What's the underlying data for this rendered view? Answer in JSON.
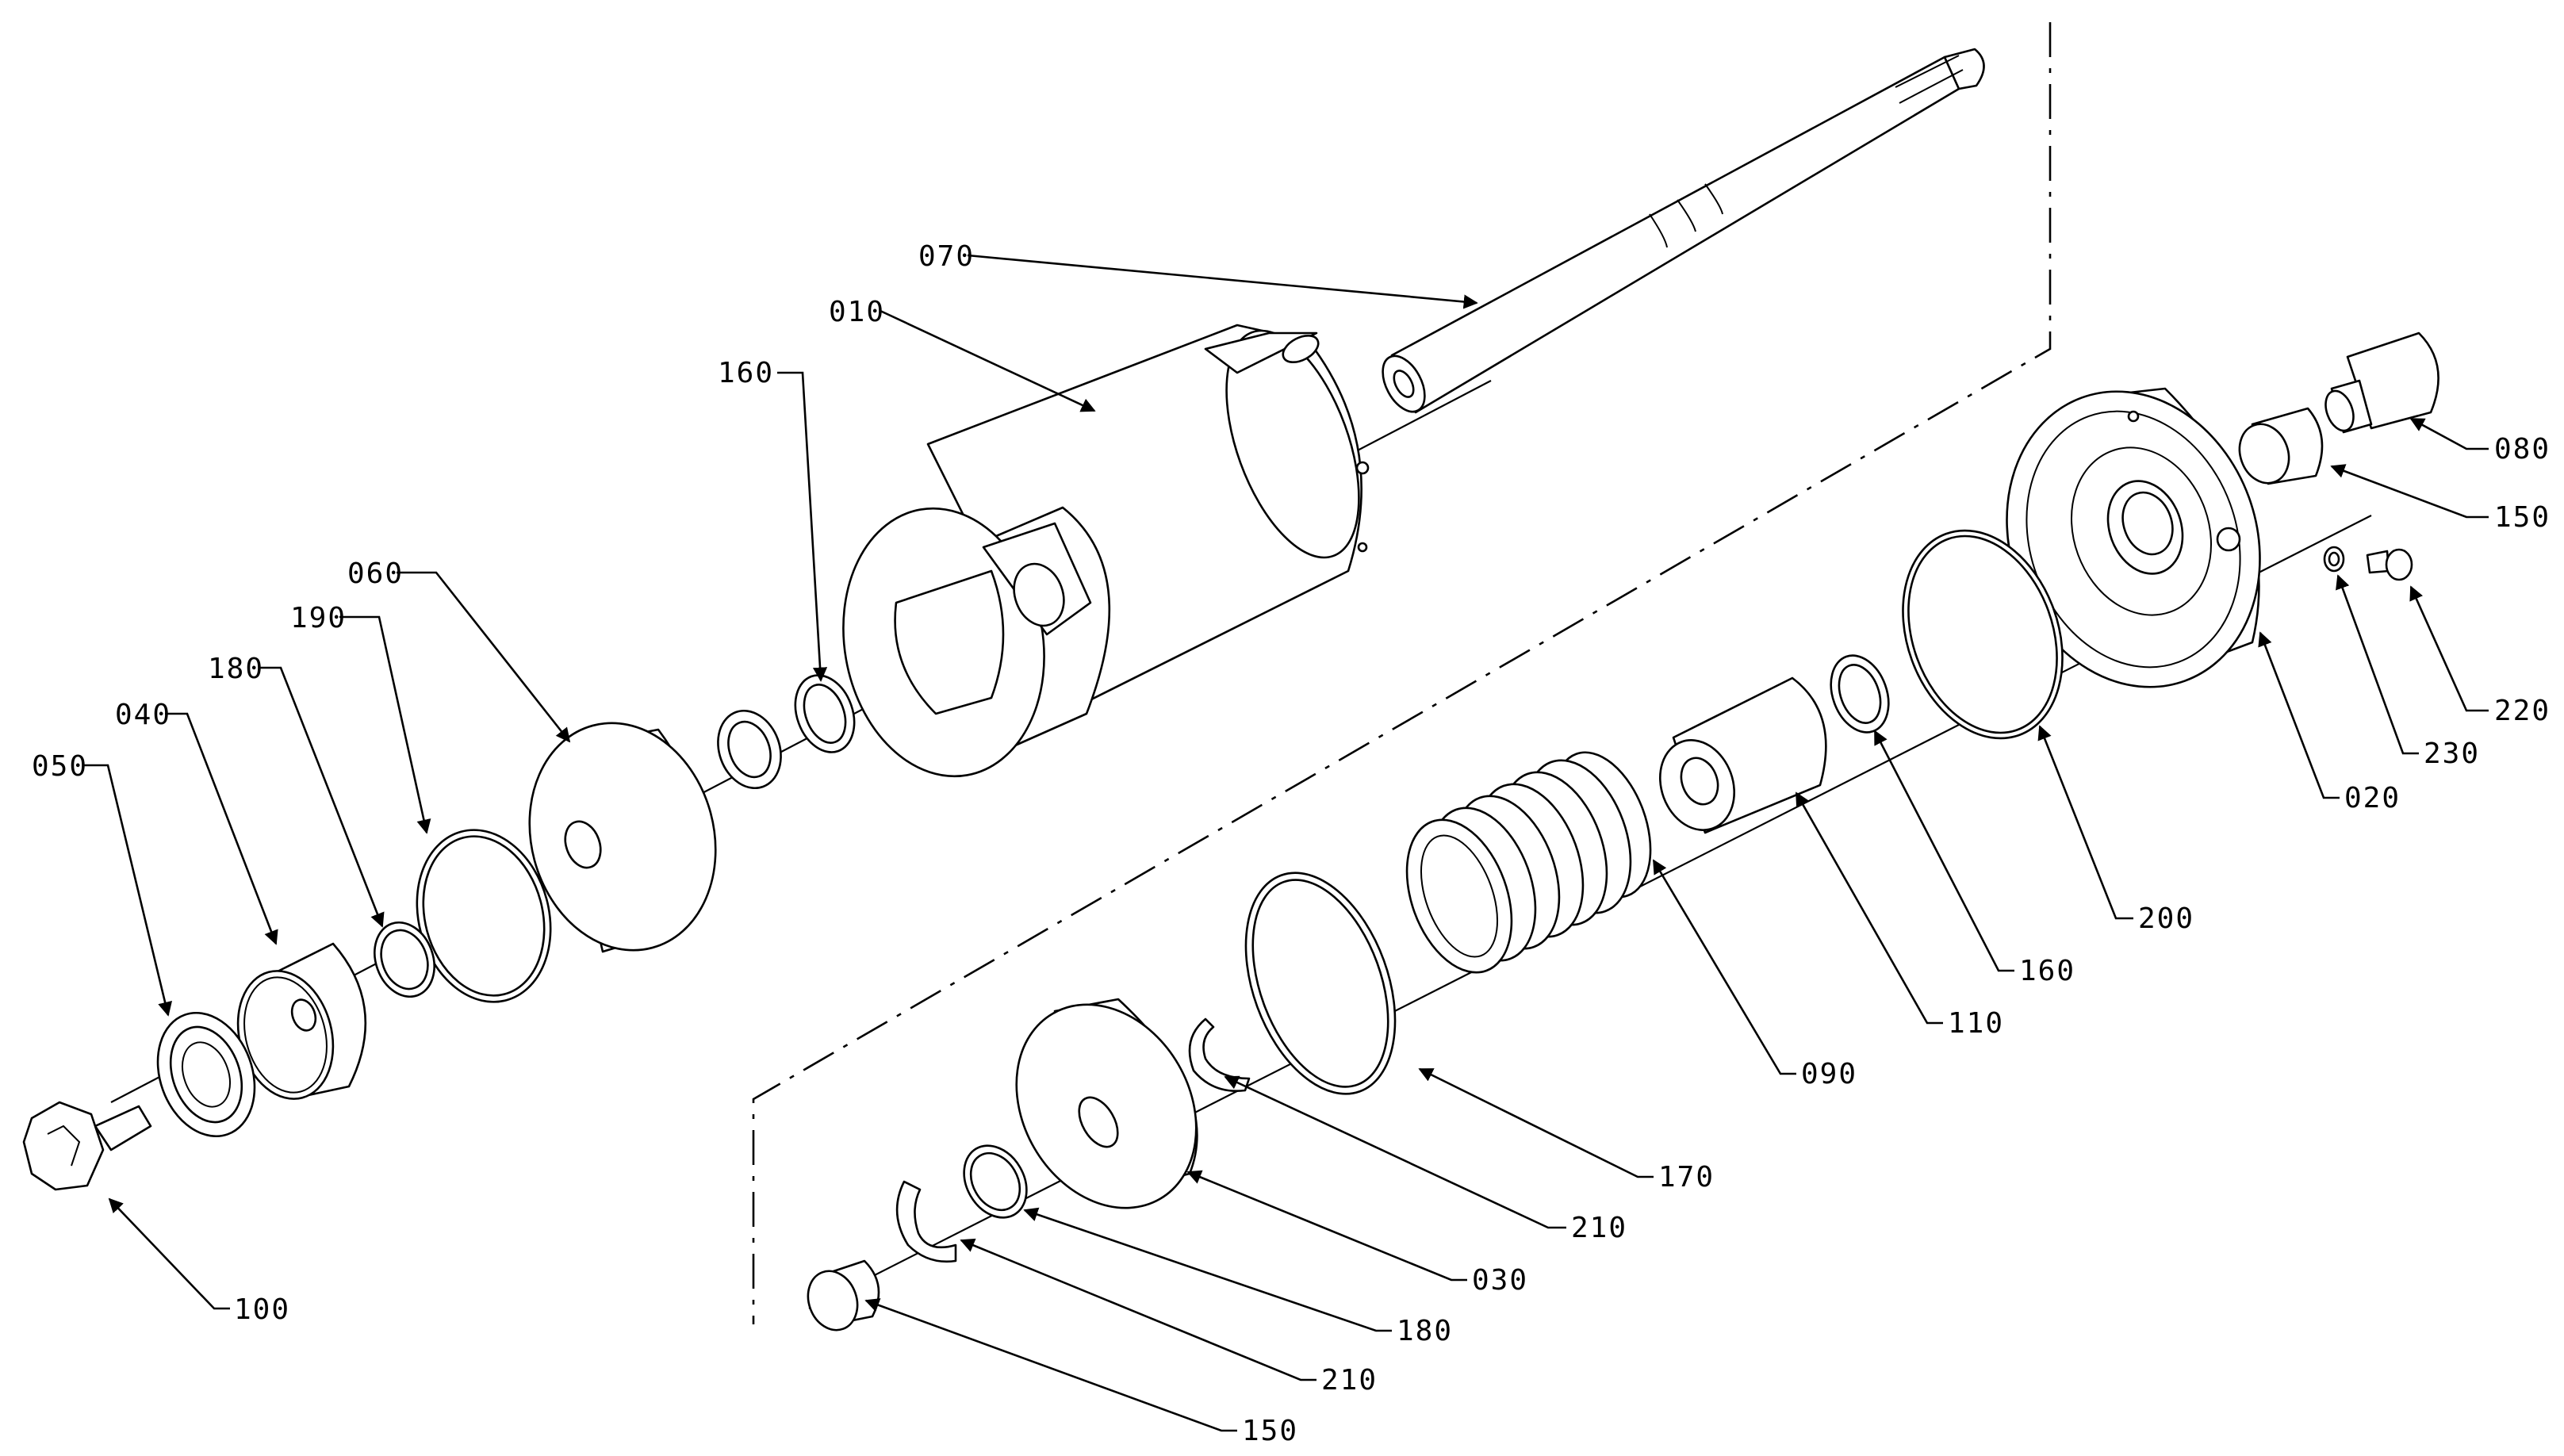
{
  "callouts": [
    {
      "id": "070",
      "label": "070"
    },
    {
      "id": "010",
      "label": "010"
    },
    {
      "id": "160a",
      "label": "160"
    },
    {
      "id": "060",
      "label": "060"
    },
    {
      "id": "190",
      "label": "190"
    },
    {
      "id": "180a",
      "label": "180"
    },
    {
      "id": "040",
      "label": "040"
    },
    {
      "id": "050",
      "label": "050"
    },
    {
      "id": "100",
      "label": "100"
    },
    {
      "id": "080",
      "label": "080"
    },
    {
      "id": "150a",
      "label": "150"
    },
    {
      "id": "220",
      "label": "220"
    },
    {
      "id": "230",
      "label": "230"
    },
    {
      "id": "020",
      "label": "020"
    },
    {
      "id": "200",
      "label": "200"
    },
    {
      "id": "160b",
      "label": "160"
    },
    {
      "id": "110",
      "label": "110"
    },
    {
      "id": "090",
      "label": "090"
    },
    {
      "id": "170",
      "label": "170"
    },
    {
      "id": "210a",
      "label": "210"
    },
    {
      "id": "030",
      "label": "030"
    },
    {
      "id": "180b",
      "label": "180"
    },
    {
      "id": "210b",
      "label": "210"
    },
    {
      "id": "150b",
      "label": "150"
    }
  ]
}
